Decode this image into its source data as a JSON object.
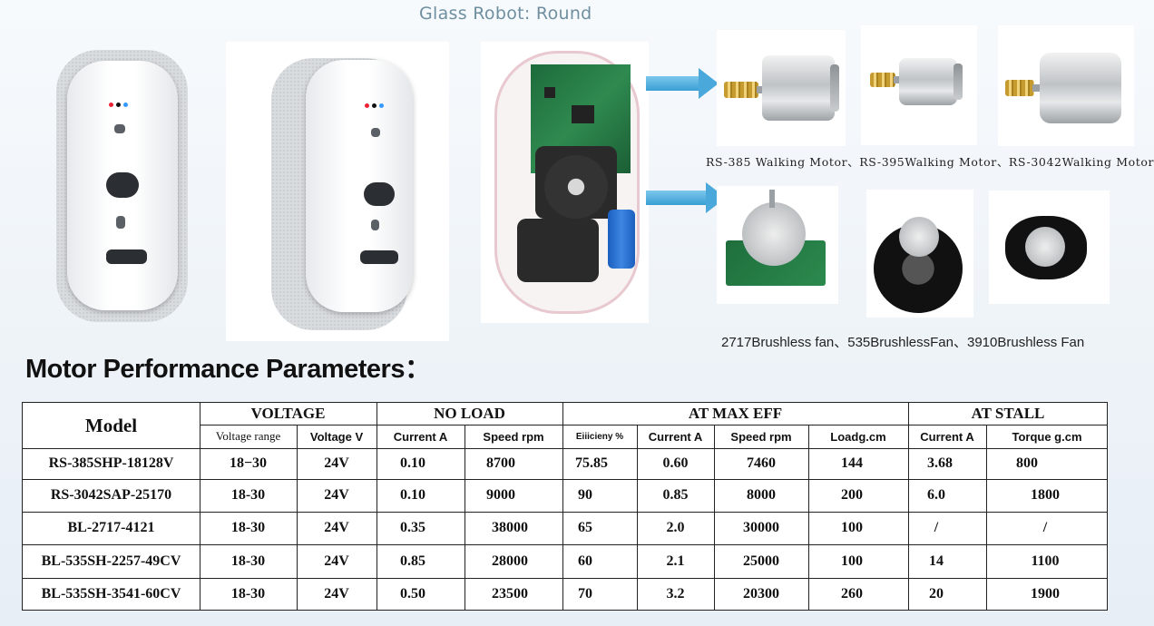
{
  "top_title": "Glass Robot:  Round",
  "motor_caption": "RS-385 Walking Motor、RS-395Walking Motor、RS-3042Walking Motor",
  "fan_caption": "2717Brushless fan、535BrushlessFan、3910Brushless Fan",
  "heading": "Motor Performance Parameters：",
  "table": {
    "model_header": "Model",
    "groups": [
      "VOLTAGE",
      "NO LOAD",
      "AT MAX EFF",
      "AT STALL"
    ],
    "subheaders": [
      "Voltage range",
      "Voltage V",
      "Current A",
      "Speed rpm",
      "Eiiicieny %",
      "Current A",
      "Speed rpm",
      "Loadg.cm",
      "Current A",
      "Torque g.cm"
    ],
    "rows": [
      {
        "model": "RS-385SHP-18128V",
        "values": [
          "18−30",
          "24V",
          "0.10",
          "8700",
          "75.85",
          "0.60",
          "7460",
          "144",
          "3.68",
          "800"
        ]
      },
      {
        "model": "RS-3042SAP-25170",
        "values": [
          "18-30",
          "24V",
          "0.10",
          "9000",
          "90",
          "0.85",
          "8000",
          "200",
          "6.0",
          "1800"
        ]
      },
      {
        "model": "BL-2717-4121",
        "values": [
          "18-30",
          "24V",
          "0.35",
          "38000",
          "65",
          "2.0",
          "30000",
          "100",
          "/",
          "/"
        ]
      },
      {
        "model": "BL-535SH-2257-49CV",
        "values": [
          "18-30",
          "24V",
          "0.85",
          "28000",
          "60",
          "2.1",
          "25000",
          "100",
          "14",
          "1100"
        ]
      },
      {
        "model": "BL-535SH-3541-60CV",
        "values": [
          "18-30",
          "24V",
          "0.50",
          "23500",
          "70",
          "3.2",
          "20300",
          "260",
          "20",
          "1900"
        ]
      }
    ]
  },
  "colors": {
    "arrow": "#4aa9da",
    "title": "#6f8fa0"
  }
}
